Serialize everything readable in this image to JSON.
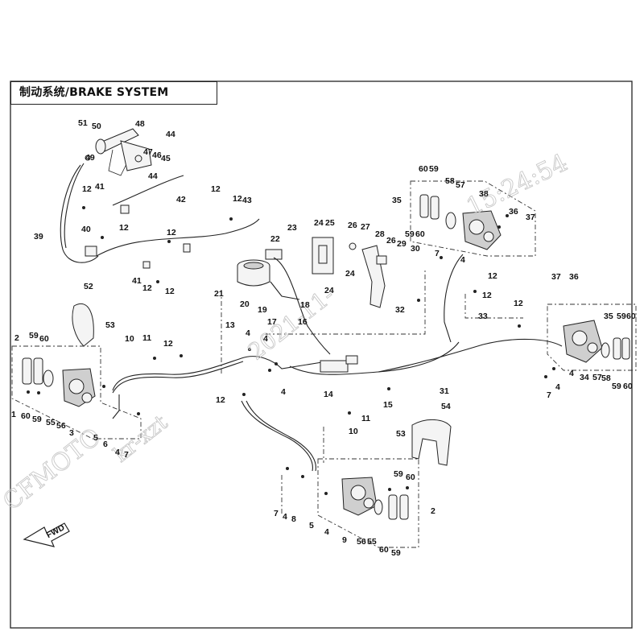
{
  "title": "制动系统/BRAKE SYSTEM",
  "watermarks": {
    "brand": "CFMOTO",
    "code": "kr-xzt",
    "timestamp_fragment": "2021-11-",
    "clock": "15:24:54"
  },
  "fwd_label": "FWD",
  "callouts": [
    {
      "id": "c51",
      "text": "51"
    },
    {
      "id": "c50",
      "text": "50"
    },
    {
      "id": "c48",
      "text": "48"
    },
    {
      "id": "c44a",
      "text": "44"
    },
    {
      "id": "c49",
      "text": "49"
    },
    {
      "id": "c47",
      "text": "47"
    },
    {
      "id": "c46",
      "text": "46"
    },
    {
      "id": "c45",
      "text": "45"
    },
    {
      "id": "c44b",
      "text": "44"
    },
    {
      "id": "c12a",
      "text": "12"
    },
    {
      "id": "c41a",
      "text": "41"
    },
    {
      "id": "c42",
      "text": "42"
    },
    {
      "id": "c12b",
      "text": "12"
    },
    {
      "id": "c12c",
      "text": "12"
    },
    {
      "id": "c43",
      "text": "43"
    },
    {
      "id": "c12d",
      "text": "12"
    },
    {
      "id": "c40",
      "text": "40"
    },
    {
      "id": "c12e",
      "text": "12"
    },
    {
      "id": "c39",
      "text": "39"
    },
    {
      "id": "c12f",
      "text": "12"
    },
    {
      "id": "c41b",
      "text": "41"
    },
    {
      "id": "c12g",
      "text": "12"
    },
    {
      "id": "c52",
      "text": "52"
    },
    {
      "id": "c53a",
      "text": "53"
    },
    {
      "id": "c23",
      "text": "23"
    },
    {
      "id": "c22",
      "text": "22"
    },
    {
      "id": "c24a",
      "text": "24"
    },
    {
      "id": "c25",
      "text": "25"
    },
    {
      "id": "c26a",
      "text": "26"
    },
    {
      "id": "c27",
      "text": "27"
    },
    {
      "id": "c28",
      "text": "28"
    },
    {
      "id": "c26b",
      "text": "26"
    },
    {
      "id": "c59a",
      "text": "59"
    },
    {
      "id": "c60a",
      "text": "60"
    },
    {
      "id": "c29",
      "text": "29"
    },
    {
      "id": "c30",
      "text": "30"
    },
    {
      "id": "c24b",
      "text": "24"
    },
    {
      "id": "c24c",
      "text": "24"
    },
    {
      "id": "c21",
      "text": "21"
    },
    {
      "id": "c20",
      "text": "20"
    },
    {
      "id": "c19",
      "text": "19"
    },
    {
      "id": "c18",
      "text": "18"
    },
    {
      "id": "c17",
      "text": "17"
    },
    {
      "id": "c16",
      "text": "16"
    },
    {
      "id": "c32",
      "text": "32"
    },
    {
      "id": "c60b",
      "text": "60"
    },
    {
      "id": "c59b",
      "text": "59"
    },
    {
      "id": "c58a",
      "text": "58"
    },
    {
      "id": "c57a",
      "text": "57"
    },
    {
      "id": "c38",
      "text": "38"
    },
    {
      "id": "c35a",
      "text": "35"
    },
    {
      "id": "c36a",
      "text": "36"
    },
    {
      "id": "c37a",
      "text": "37"
    },
    {
      "id": "c7a",
      "text": "7"
    },
    {
      "id": "c4a",
      "text": "4"
    },
    {
      "id": "c12h",
      "text": "12"
    },
    {
      "id": "c12i",
      "text": "12"
    },
    {
      "id": "c33",
      "text": "33"
    },
    {
      "id": "c37b",
      "text": "37"
    },
    {
      "id": "c36b",
      "text": "36"
    },
    {
      "id": "c12j",
      "text": "12"
    },
    {
      "id": "c35b",
      "text": "35"
    },
    {
      "id": "c59c",
      "text": "59"
    },
    {
      "id": "c60c",
      "text": "60"
    },
    {
      "id": "c2a",
      "text": "2"
    },
    {
      "id": "c59d",
      "text": "59"
    },
    {
      "id": "c60d",
      "text": "60"
    },
    {
      "id": "c13",
      "text": "13"
    },
    {
      "id": "c4b",
      "text": "4"
    },
    {
      "id": "c4c",
      "text": "4"
    },
    {
      "id": "c10a",
      "text": "10"
    },
    {
      "id": "c11a",
      "text": "11"
    },
    {
      "id": "c12k",
      "text": "12"
    },
    {
      "id": "c4d",
      "text": "4"
    },
    {
      "id": "c14",
      "text": "14"
    },
    {
      "id": "c15",
      "text": "15"
    },
    {
      "id": "c31",
      "text": "31"
    },
    {
      "id": "c4e",
      "text": "4"
    },
    {
      "id": "c34",
      "text": "34"
    },
    {
      "id": "c57b",
      "text": "57"
    },
    {
      "id": "c58b",
      "text": "58"
    },
    {
      "id": "c59e",
      "text": "59"
    },
    {
      "id": "c60e",
      "text": "60"
    },
    {
      "id": "c7b",
      "text": "7"
    },
    {
      "id": "c4f",
      "text": "4"
    },
    {
      "id": "c1",
      "text": "1"
    },
    {
      "id": "c60f",
      "text": "60"
    },
    {
      "id": "c59f",
      "text": "59"
    },
    {
      "id": "c55a",
      "text": "55"
    },
    {
      "id": "c56a",
      "text": "56"
    },
    {
      "id": "c3",
      "text": "3"
    },
    {
      "id": "c5a",
      "text": "5"
    },
    {
      "id": "c6",
      "text": "6"
    },
    {
      "id": "c4g",
      "text": "4"
    },
    {
      "id": "c7c",
      "text": "7"
    },
    {
      "id": "c12l",
      "text": "12"
    },
    {
      "id": "c11b",
      "text": "11"
    },
    {
      "id": "c10b",
      "text": "10"
    },
    {
      "id": "c54",
      "text": "54"
    },
    {
      "id": "c53b",
      "text": "53"
    },
    {
      "id": "c59g",
      "text": "59"
    },
    {
      "id": "c60g",
      "text": "60"
    },
    {
      "id": "c2b",
      "text": "2"
    },
    {
      "id": "c7d",
      "text": "7"
    },
    {
      "id": "c4h",
      "text": "4"
    },
    {
      "id": "c8",
      "text": "8"
    },
    {
      "id": "c5b",
      "text": "5"
    },
    {
      "id": "c4i",
      "text": "4"
    },
    {
      "id": "c9",
      "text": "9"
    },
    {
      "id": "c56b",
      "text": "56"
    },
    {
      "id": "c55b",
      "text": "55"
    },
    {
      "id": "c60h",
      "text": "60"
    },
    {
      "id": "c59h",
      "text": "59"
    }
  ]
}
